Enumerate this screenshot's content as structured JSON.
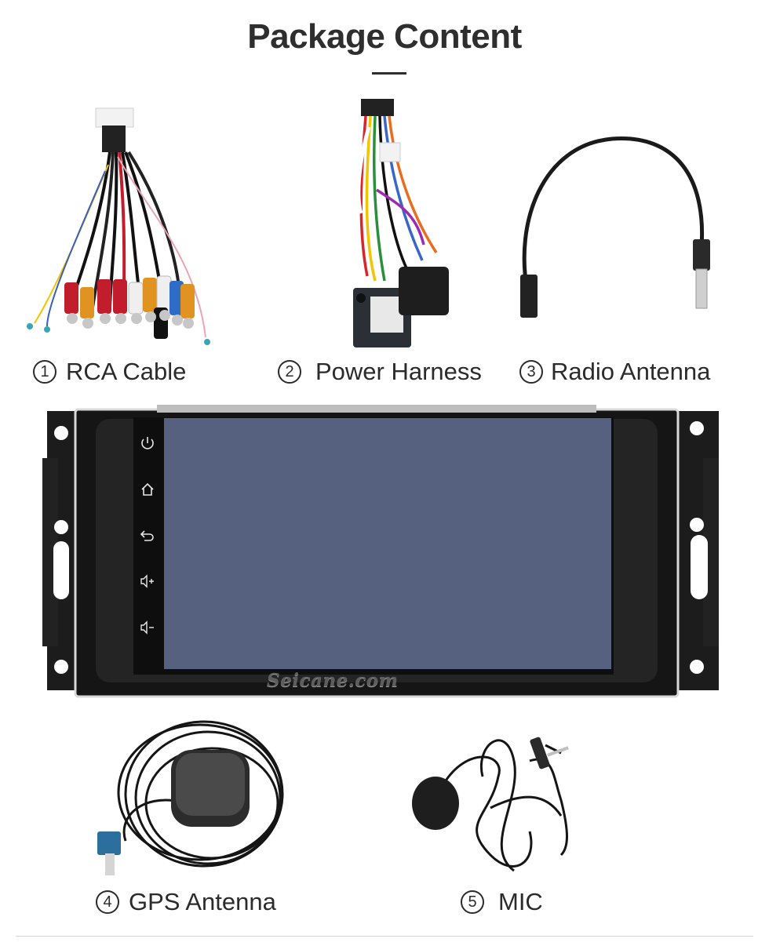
{
  "page": {
    "title": "Package Content"
  },
  "items": [
    {
      "number": "1",
      "label": "RCA Cable",
      "icon": "rca-cable-icon"
    },
    {
      "number": "2",
      "label": "Power Harness",
      "icon": "power-harness-icon"
    },
    {
      "number": "3",
      "label": "Radio Antenna",
      "icon": "radio-antenna-icon"
    },
    {
      "number": "4",
      "label": "GPS Antenna",
      "icon": "gps-antenna-icon"
    },
    {
      "number": "5",
      "label": "MIC",
      "icon": "mic-icon"
    }
  ],
  "head_unit": {
    "watermark": "Seicane.com",
    "sidebar_buttons": [
      "power-icon",
      "home-icon",
      "back-icon",
      "volume-up-icon",
      "volume-down-icon"
    ],
    "screen_color": "#56607f"
  }
}
